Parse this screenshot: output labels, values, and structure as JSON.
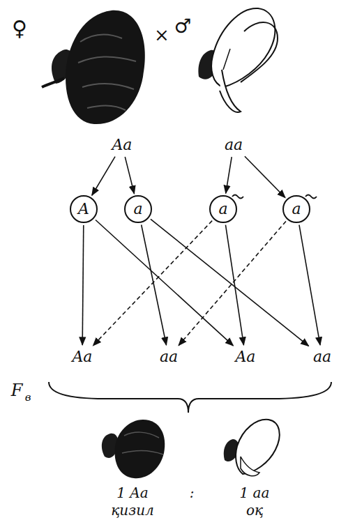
{
  "diagram": {
    "nodes": [
      {
        "text": [
          "Aa"
        ]
      },
      {
        "text": [
          "aa"
        ]
      },
      {
        "text": [
          "A"
        ]
      },
      {
        "text": [
          "a"
        ]
      },
      {
        "text": [
          "a"
        ]
      },
      {
        "text": [
          "a"
        ]
      },
      {
        "text": [
          "Aa"
        ]
      },
      {
        "text": [
          "aa"
        ]
      },
      {
        "text": [
          "Aa"
        ]
      },
      {
        "text": [
          "aa"
        ]
      }
    ],
    "edges": [
      {
        "from": 0,
        "to": 2,
        "arrow": "to"
      },
      {
        "from": 0,
        "to": 3,
        "arrow": "to"
      },
      {
        "from": 1,
        "to": 4,
        "arrow": "to"
      },
      {
        "from": 1,
        "to": 5,
        "arrow": "to"
      },
      {
        "from": 2,
        "to": 6,
        "arrow": "to"
      },
      {
        "from": 2,
        "to": 8,
        "arrow": "to"
      },
      {
        "from": 3,
        "to": 7,
        "arrow": "to"
      },
      {
        "from": 3,
        "to": 9,
        "arrow": "to"
      },
      {
        "from": 4,
        "to": 6,
        "arrow": "to"
      },
      {
        "from": 4,
        "to": 8,
        "arrow": "to"
      },
      {
        "from": 5,
        "to": 7,
        "arrow": "to"
      },
      {
        "from": 5,
        "to": 9,
        "arrow": "to"
      }
    ],
    "labels": [
      "♀",
      "×",
      "♂",
      "F",
      "в",
      "1 Aa",
      ":",
      "1 aa",
      "қизил",
      "оқ"
    ]
  }
}
